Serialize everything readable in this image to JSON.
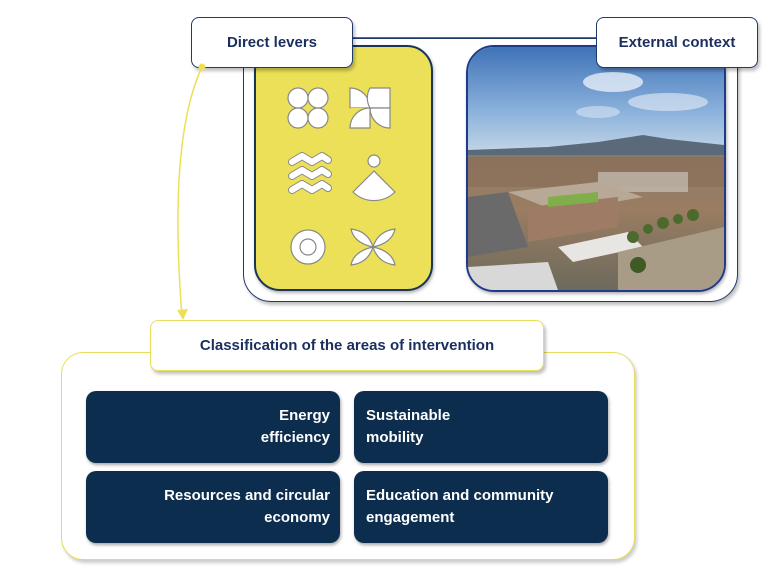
{
  "labels": {
    "direct_levers": "Direct levers",
    "external_context": "External context",
    "classification": "Classification of the areas of intervention"
  },
  "levers_icons": [
    "four-circles-icon",
    "pinwheel-icon",
    "waves-icon",
    "fan-pendulum-icon",
    "ring-icon",
    "four-petal-flower-icon"
  ],
  "photo": {
    "description": "Aerial view of city campus with hills and sky"
  },
  "areas": [
    {
      "text": "Energy\nefficiency",
      "align": "right"
    },
    {
      "text": "Sustainable\nmobility",
      "align": "left"
    },
    {
      "text": "Resources and circular\neconomy",
      "align": "right"
    },
    {
      "text": "Education and community\nengagement",
      "align": "left"
    }
  ],
  "colors": {
    "navy": "#0c2d4d",
    "label_text": "#1a2f5e",
    "yellow": "#ebe057",
    "yellow_line": "#e8de5a",
    "border_blue": "#1f3a6b"
  }
}
